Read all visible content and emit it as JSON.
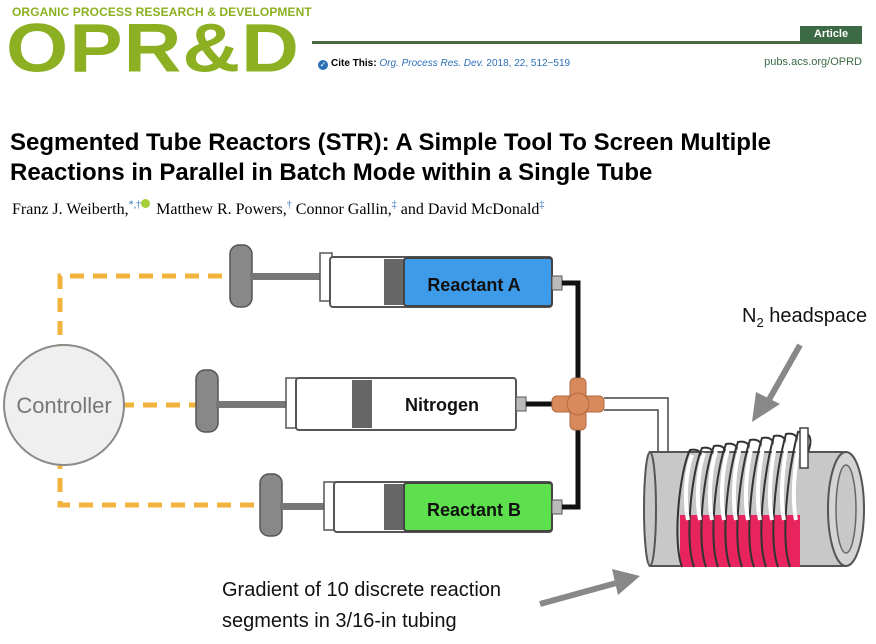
{
  "journal": {
    "subtitle": "ORGANIC PROCESS RESEARCH & DEVELOPMENT",
    "logo": "OPR&D",
    "badge": "Article",
    "cite_label": "Cite This:",
    "cite_journal": "Org. Process Res. Dev.",
    "cite_details": "2018, 22, 512−519",
    "url": "pubs.acs.org/OPRD"
  },
  "article": {
    "title_line1": "Segmented Tube Reactors (STR): A Simple Tool To Screen Multiple",
    "title_line2": "Reactions in Parallel in Batch Mode within a Single Tube",
    "authors": [
      {
        "name": "Franz J. Weiberth,",
        "marks": "*,†",
        "orcid": true
      },
      {
        "name": "Matthew R. Powers,",
        "marks": "†",
        "orcid": false
      },
      {
        "name": "Connor Gallin,",
        "marks": "‡",
        "orcid": false
      },
      {
        "name": "and David McDonald",
        "marks": "‡",
        "orcid": false
      }
    ]
  },
  "graphic": {
    "controller_label": "Controller",
    "syringe_a_label": "Reactant A",
    "syringe_n2_label": "Nitrogen",
    "syringe_b_label": "Reactant B",
    "headspace_label_main": "N",
    "headspace_label_sub": "2",
    "headspace_label_rest": " headspace",
    "gradient_line1": "Gradient of 10 discrete reaction",
    "gradient_line2": "segments in 3/16-in tubing",
    "colors": {
      "reactant_a": "#3d9be9",
      "reactant_b": "#5ee04e",
      "dashed_wire": "#f2b33d",
      "tee": "#d98a5c",
      "reaction": "#e8245e",
      "brand": "#8cb021"
    }
  }
}
